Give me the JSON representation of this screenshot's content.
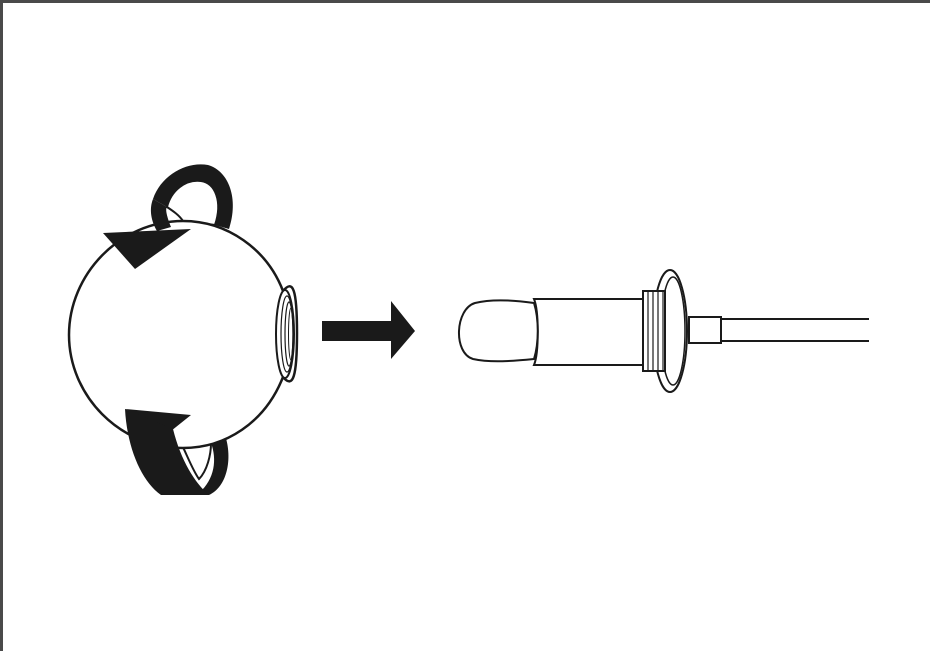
{
  "figure": {
    "parts": [
      {
        "id": "knob",
        "icon": "spherical-knob-icon"
      },
      {
        "id": "rotate-top",
        "icon": "rotate-arrow-icon"
      },
      {
        "id": "rotate-bottom",
        "icon": "rotate-arrow-icon"
      },
      {
        "id": "direction",
        "icon": "arrow-right-icon"
      },
      {
        "id": "switch-lever",
        "icon": "toggle-switch-lever-icon"
      }
    ],
    "colors": {
      "ink": "#1a1a1a",
      "paper": "#ffffff",
      "frame": "#4a4a4a"
    }
  }
}
